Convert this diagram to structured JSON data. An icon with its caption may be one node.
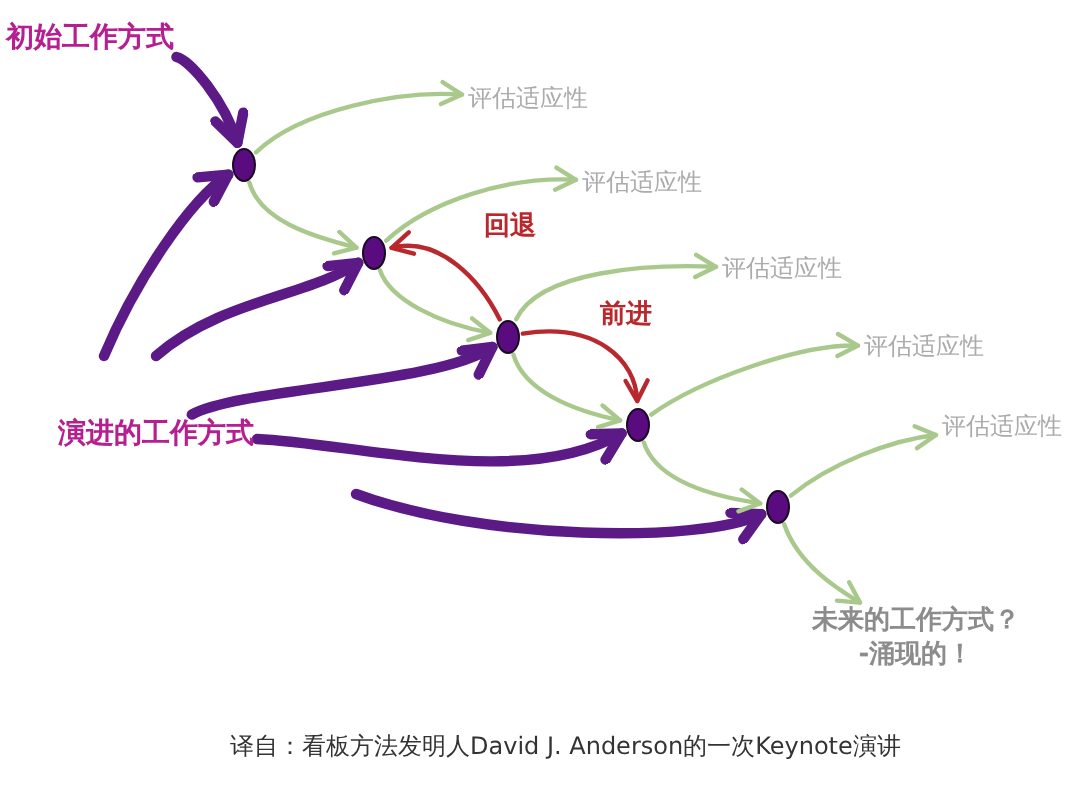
{
  "diagram": {
    "caption": "译自：看板方法发明人David J. Anderson的一次Keynote演讲",
    "nodes": [
      {
        "text": [
          "初始工作方式"
        ]
      },
      {
        "text": [
          "评估适应性"
        ]
      },
      {
        "text": [],
        "shape": "circle"
      },
      {
        "text": [
          "评估适应性"
        ]
      },
      {
        "text": [],
        "shape": "circle"
      },
      {
        "text": [
          "评估适应性"
        ]
      },
      {
        "text": [],
        "shape": "circle"
      },
      {
        "text": [
          "评估适应性"
        ]
      },
      {
        "text": [],
        "shape": "circle"
      },
      {
        "text": [
          "评估适应性"
        ]
      },
      {
        "text": [
          "演进的工作方式"
        ]
      },
      {
        "text": [],
        "shape": "circle"
      },
      {
        "text": [
          "未来的工作方式？",
          "-涌现的！"
        ]
      }
    ],
    "edges": [
      {
        "from": 0,
        "to": 2,
        "arrow": "to",
        "style": "thick",
        "color": "#5b1a86"
      },
      {
        "from": null,
        "to": 2,
        "arrow": "to",
        "style": "thick",
        "color": "#5b1a86"
      },
      {
        "from": null,
        "to": 4,
        "arrow": "to",
        "style": "thick",
        "color": "#5b1a86"
      },
      {
        "from": 10,
        "to": 6,
        "arrow": "to",
        "style": "thick",
        "color": "#5b1a86"
      },
      {
        "from": 10,
        "to": 8,
        "arrow": "to",
        "style": "thick",
        "color": "#5b1a86"
      },
      {
        "from": null,
        "to": 11,
        "arrow": "to",
        "style": "thick",
        "color": "#5b1a86"
      },
      {
        "from": 2,
        "to": 1,
        "arrow": "to"
      },
      {
        "from": 2,
        "to": 4,
        "arrow": "to"
      },
      {
        "from": 4,
        "to": 3,
        "arrow": "to"
      },
      {
        "from": 4,
        "to": 6,
        "arrow": "to"
      },
      {
        "from": 6,
        "to": 5,
        "arrow": "to"
      },
      {
        "from": 6,
        "to": 8,
        "arrow": "to"
      },
      {
        "from": 8,
        "to": 7,
        "arrow": "to"
      },
      {
        "from": 8,
        "to": 11,
        "arrow": "to"
      },
      {
        "from": 11,
        "to": 9,
        "arrow": "to"
      },
      {
        "from": 11,
        "to": 12,
        "arrow": "to"
      },
      {
        "from": 6,
        "to": 4,
        "arrow": "to",
        "label": "回退",
        "color": "#b8282c"
      },
      {
        "from": 6,
        "to": 8,
        "arrow": "to",
        "label": "前进",
        "color": "#b8282c"
      }
    ]
  }
}
